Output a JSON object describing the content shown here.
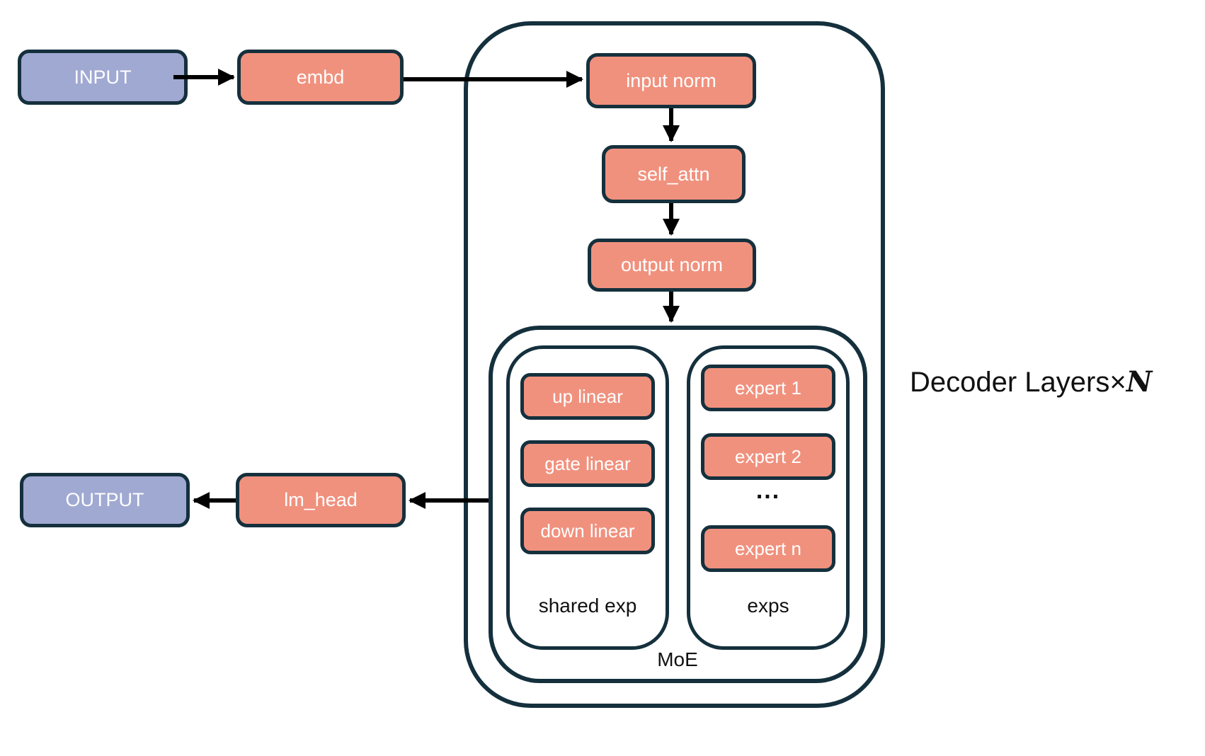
{
  "diagram": {
    "input": {
      "label": "INPUT"
    },
    "embd": {
      "label": "embd"
    },
    "decoder": {
      "label_prefix": "Decoder Layers×",
      "label_n": "N",
      "input_norm": "input norm",
      "self_attn": "self_attn",
      "output_norm": "output norm",
      "moe": {
        "label": "MoE",
        "shared": {
          "label": "shared exp",
          "blocks": [
            "up linear",
            "gate linear",
            "down linear"
          ]
        },
        "exps": {
          "label": "exps",
          "blocks": [
            "expert 1",
            "expert 2",
            "expert n"
          ],
          "ellipsis": "..."
        }
      }
    },
    "lm_head": {
      "label": "lm_head"
    },
    "output": {
      "label": "OUTPUT"
    }
  },
  "colors": {
    "purple": "#a0a9d2",
    "salmon": "#f0917e",
    "line": "#15303d",
    "arrow": "#000000",
    "boxtext": "#ffffff",
    "darktext": "#111111"
  }
}
